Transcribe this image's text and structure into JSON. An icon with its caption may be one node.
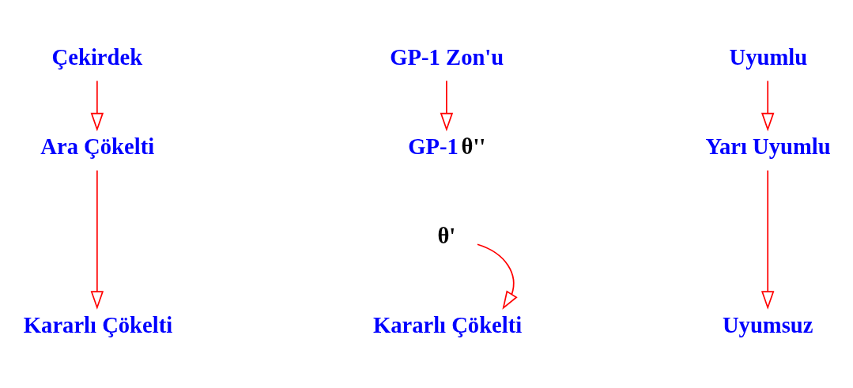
{
  "diagram": {
    "nodes": [
      {
        "text": [
          "Çekirdek"
        ]
      },
      {
        "text": [
          "GP-1 Zon'u"
        ]
      },
      {
        "text": [
          "Uyumlu"
        ]
      },
      {
        "text": [
          "Ara Çökelti"
        ]
      },
      {
        "text": [
          "GP-1",
          "θ''"
        ]
      },
      {
        "text": [
          "Yarı Uyumlu"
        ]
      },
      {
        "text": [
          "θ'"
        ]
      },
      {
        "text": [
          "Kararlı Çökelti"
        ]
      },
      {
        "text": [
          "Kararlı Çökelti"
        ]
      },
      {
        "text": [
          "Uyumsuz"
        ]
      }
    ],
    "edges": [
      {
        "from": 0,
        "to": 3,
        "arrow": "to"
      },
      {
        "from": 1,
        "to": 4,
        "arrow": "to"
      },
      {
        "from": 2,
        "to": 5,
        "arrow": "to"
      },
      {
        "from": 3,
        "to": 7,
        "arrow": "to"
      },
      {
        "from": 6,
        "to": 8,
        "arrow": "to"
      },
      {
        "from": 5,
        "to": 9,
        "arrow": "to"
      }
    ]
  }
}
